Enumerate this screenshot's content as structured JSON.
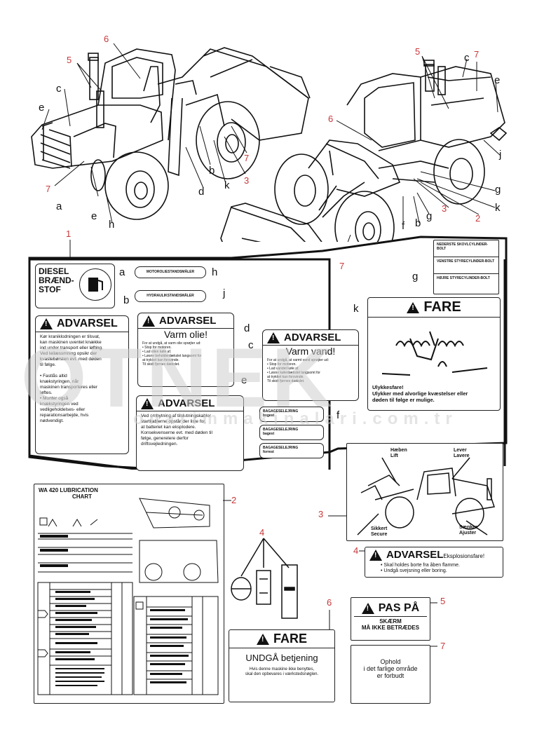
{
  "callouts": {
    "c1": "1",
    "c2": "2",
    "c3": "3",
    "c4": "4",
    "c5": "5",
    "c6": "6",
    "c7": "7",
    "la": "a",
    "lb": "b",
    "lc": "c",
    "ld": "d",
    "le": "e",
    "lf": "f",
    "lg": "g",
    "lh": "h",
    "lj": "j",
    "lk": "k"
  },
  "watermark": {
    "big": "OTNEK",
    "line": "onarimmakinalari.com.tr"
  },
  "labels": {
    "a": {
      "lines": [
        "DIESEL",
        "BRÆND-",
        "STOF"
      ]
    },
    "h": {
      "text": "MOTOROLIESTANDSMÅLER"
    },
    "j": {
      "text": "HYDRAULIKSTANDSMÅLER"
    },
    "b": {
      "title": "ADVARSEL",
      "lines": [
        "Kør kraniklodningen er tilsvat,",
        "kan maskinen uventet knække",
        "ind under transport eller løfting.",
        "Ved leilæssmning opsikr der",
        "kvastebørsten evt. med døden",
        "til følge.",
        "",
        "• Fastlås altid",
        "  knækstyringen, når",
        "  maskinen transporteres eller",
        "  løftes.",
        "• Monter også",
        "  knækstyringen ved",
        "  vedligeholdelses- eller",
        "  reparationsarbejde, hvis",
        "  nødvendigt."
      ]
    },
    "d": {
      "title": "ADVARSEL",
      "big": "Varm olie!",
      "lines": [
        "For at undgå, at varm olie sprøjter ud:",
        "• Stop for motoren.",
        "• Lad olien køle af.",
        "• Løsne beholderdækslet langsomt for",
        "  at trykket kan forsvinde.",
        "  Til skidt fjernes dækslet."
      ]
    },
    "c": {
      "title": "ADVARSEL",
      "big": "Varm vand!",
      "lines": [
        "For at undgå, at varmt vand sprøjter ud:",
        "• Stop for motoren.",
        "• Lad vandet køle af.",
        "• Løsne kølerdækslet langsomt for",
        "  at trykket kan forsvinde.",
        "  Til skidt fjernes dækslet."
      ]
    },
    "e": {
      "title": "ADVARSEL",
      "lines": [
        "Ved ombytning af tilslutningskabler",
        "startkablerne opstår der liste for,",
        "at batteriet kan eksplodere.",
        "Konsekvenserne evt. med døden til",
        "følge, generelere derfor",
        "driftsvejledningen."
      ]
    },
    "f": {
      "rows": [
        [
          "BAGAGESELEJRING",
          "bagest"
        ],
        [
          "BAGAGESELEJRING",
          "bagest"
        ],
        [
          "BAGAGESELEJRING",
          "forrest"
        ]
      ]
    },
    "g": {
      "rows": [
        "NEDERSTE SKOVLCYLINDER-BOLT",
        "VENSTRE STYRECYLINDER-BOLT",
        "HØJRE STYRECYLINDER-BOLT"
      ]
    },
    "k": {
      "title": "FARE",
      "lines": [
        "Ulykkesfare!",
        "Ulykker med alvorlige kvæstelser eller",
        "døden til følge er mulige."
      ]
    },
    "l3": {
      "hoben": "Hæben",
      "lift": "Lift",
      "laver": "Lever",
      "lavere": "Lavere",
      "sikkert": "Sikkert",
      "secure": "Secure",
      "sanker": "Sænker",
      "ajuster": "Ajuster"
    },
    "l4": {
      "title": "ADVARSEL",
      "sub": "Eksplosionsfare!",
      "lines": [
        "• Skal holdes borte fra åben flamme.",
        "• Undgå svejsning eller boring."
      ]
    },
    "l5": {
      "title": "PAS PÅ",
      "lines": [
        "SKÆRM",
        "MÅ IKKE BETRÆDES"
      ]
    },
    "l6": {
      "title": "FARE",
      "big": "UNDGÅ betjening",
      "lines": [
        "Hvis denne maskine ikke benyttes,",
        "skal den opbevares i værkstedsnøglen."
      ]
    },
    "l7": {
      "lines": [
        "Ophold",
        "i det farlige område",
        "er forbudt"
      ]
    },
    "chart": {
      "title": "WA 420   LUBRICATION",
      "sub": "CHART"
    }
  },
  "colors": {
    "callout": "#c8383a",
    "ink": "#111111",
    "watermark": "#cfcfcf"
  }
}
